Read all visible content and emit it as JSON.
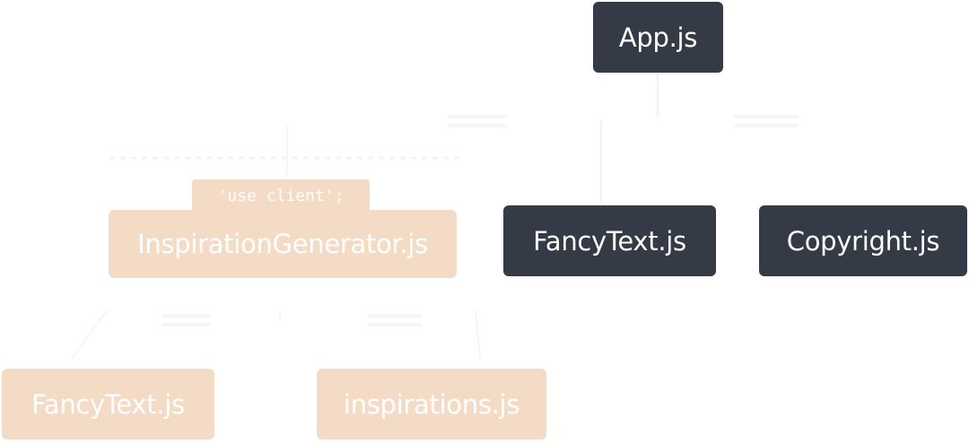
{
  "nodes": {
    "app": {
      "label": "App.js"
    },
    "inspiration_generator": {
      "label": "InspirationGenerator.js",
      "directive": "'use client';"
    },
    "fancy_text_server": {
      "label": "FancyText.js"
    },
    "copyright": {
      "label": "Copyright.js"
    },
    "fancy_text_client": {
      "label": "FancyText.js"
    },
    "inspirations": {
      "label": "inspirations.js"
    }
  },
  "colors": {
    "server_component": "#343a46",
    "client_component": "#f3dbc5",
    "edge_faint": "#f2f2f2"
  }
}
